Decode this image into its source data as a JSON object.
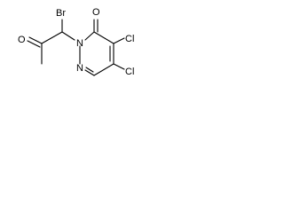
{
  "molecule": {
    "atoms": {
      "br": "Br",
      "o_acetyl": "O",
      "o_ring": "O",
      "n1": "N",
      "n2": "N",
      "cl_upper": "Cl",
      "cl_lower": "Cl"
    },
    "colors": {
      "bond": "#000000",
      "label": "#000000",
      "background": "#ffffff"
    }
  }
}
